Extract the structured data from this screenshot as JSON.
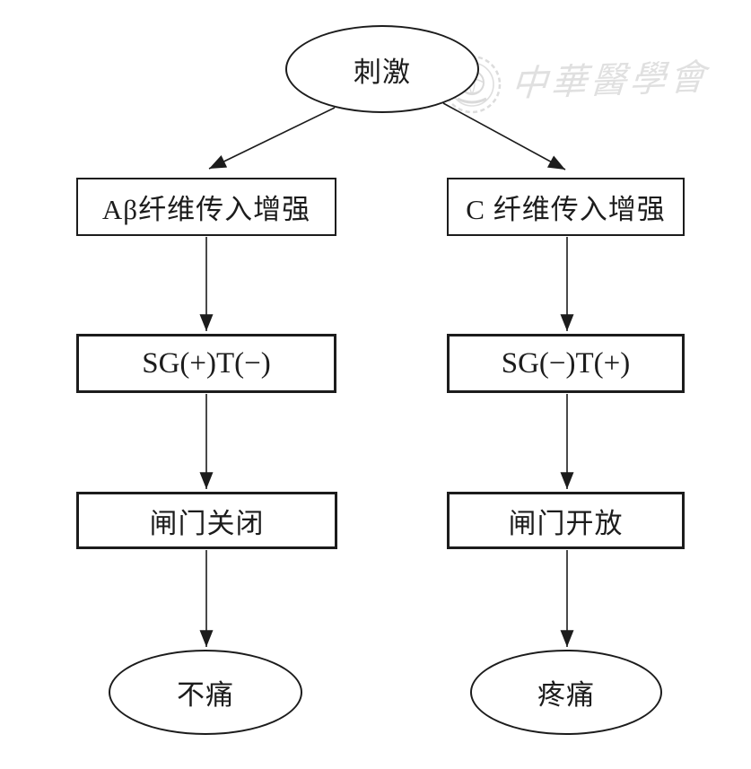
{
  "page": {
    "background": "#ffffff",
    "ink_color": "#1c1c1c",
    "watermark_color": "#e0e0e0"
  },
  "watermark": {
    "text": "中華醫學會",
    "emblem": "chinese-medical-association-seal"
  },
  "nodes": {
    "stimulus": {
      "shape": "ellipse",
      "label": "刺激"
    },
    "ab_fiber": {
      "shape": "rect",
      "label": "Aβ纤维传入增强"
    },
    "c_fiber": {
      "shape": "rect",
      "label": "C 纤维传入增强"
    },
    "sg_left": {
      "shape": "rect",
      "label": "SG(+)T(−)"
    },
    "sg_right": {
      "shape": "rect",
      "label": "SG(−)T(+)"
    },
    "gate_closed": {
      "shape": "rect",
      "label": "闸门关闭"
    },
    "gate_open": {
      "shape": "rect",
      "label": "闸门开放"
    },
    "no_pain": {
      "shape": "ellipse",
      "label": "不痛"
    },
    "pain": {
      "shape": "ellipse",
      "label": "疼痛"
    }
  },
  "edges": [
    {
      "from": "stimulus",
      "to": "ab_fiber",
      "style": "arrow"
    },
    {
      "from": "stimulus",
      "to": "c_fiber",
      "style": "arrow"
    },
    {
      "from": "ab_fiber",
      "to": "sg_left",
      "style": "arrow"
    },
    {
      "from": "c_fiber",
      "to": "sg_right",
      "style": "arrow"
    },
    {
      "from": "sg_left",
      "to": "gate_closed",
      "style": "arrow"
    },
    {
      "from": "sg_right",
      "to": "gate_open",
      "style": "arrow"
    },
    {
      "from": "gate_closed",
      "to": "no_pain",
      "style": "arrow"
    },
    {
      "from": "gate_open",
      "to": "pain",
      "style": "arrow"
    }
  ]
}
